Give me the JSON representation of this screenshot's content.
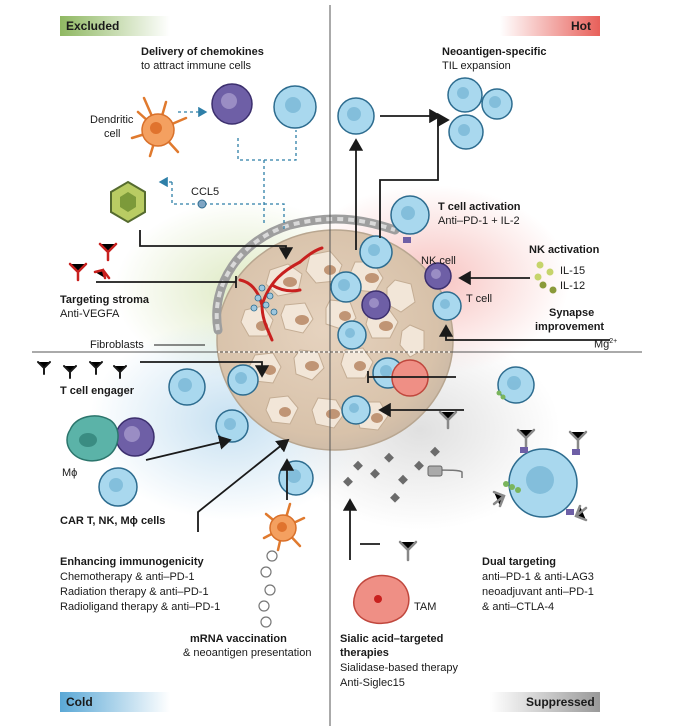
{
  "quadrants": {
    "excluded": "Excluded",
    "hot": "Hot",
    "cold": "Cold",
    "suppressed": "Suppressed"
  },
  "excluded": {
    "chemokines_title": "Delivery of chemokines",
    "chemokines_sub": "to attract immune cells",
    "dendritic_cell_1": "Dendritic",
    "dendritic_cell_2": "cell",
    "ccl5": "CCL5",
    "stroma_title": "Targeting stroma",
    "stroma_sub": "Anti-VEGFA",
    "fibroblasts": "Fibroblasts"
  },
  "hot": {
    "til_title": "Neoantigen-specific",
    "til_sub": "TIL expansion",
    "activation_title": "T cell activation",
    "activation_sub": "Anti–PD-1 + IL-2",
    "nk_title": "NK activation",
    "nk_cell": "NK cell",
    "il15": "IL-15",
    "il12": "IL-12",
    "t_cell": "T cell",
    "synapse_title_1": "Synapse",
    "synapse_title_2": "improvement",
    "mg": "Mg",
    "mg_sup": "2+"
  },
  "cold": {
    "engager": "T cell engager",
    "mphi": "Mϕ",
    "car_cells": "CAR T, NK, Mϕ cells",
    "immuno_title": "Enhancing immunogenicity",
    "immuno_1": "Chemotherapy & anti–PD-1",
    "immuno_2": "Radiation therapy & anti–PD-1",
    "immuno_3": "Radioligand therapy & anti–PD-1",
    "mrna_title": "mRNA vaccination",
    "mrna_sub": "& neoantigen presentation"
  },
  "suppressed": {
    "dual_title": "Dual targeting",
    "dual_1": "anti–PD-1 & anti-LAG3",
    "dual_2": "neoadjuvant anti–PD-1",
    "dual_3": "& anti–CTLA-4",
    "tam": "TAM",
    "sialic_title_1": "Sialic acid–targeted",
    "sialic_title_2": "therapies",
    "sialic_1": "Sialidase-based therapy",
    "sialic_2": "Anti-Siglec15"
  },
  "colors": {
    "excluded": "#7fa552",
    "hot": "#e8605a",
    "cold": "#5aa8d6",
    "suppressed": "#8a8a8a",
    "t_cell": "#a9d8ee",
    "t_cell_stroke": "#2d6c8f",
    "nk_cell": "#6e5fa6",
    "dendritic": "#f4a060",
    "tam": "#e87b6e",
    "vessel": "#c8201e",
    "tumor": "#d9c2aa"
  }
}
